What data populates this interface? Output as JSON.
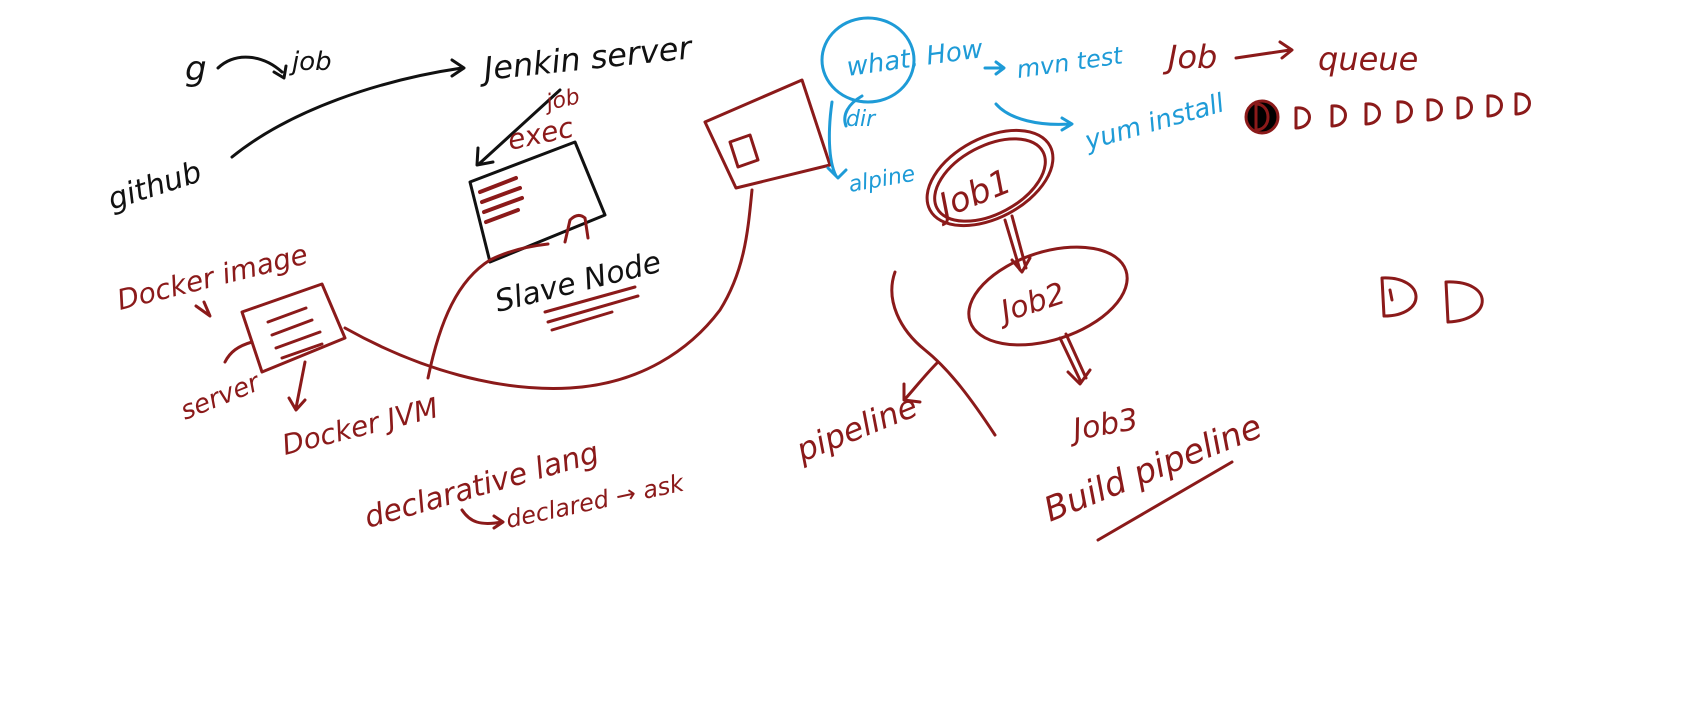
{
  "colors": {
    "ink_black": "#111111",
    "ink_red": "#8b1a1a",
    "ink_blue": "#1e9bd7",
    "background": "#ffffff"
  },
  "labels": {
    "git": "g",
    "job_top": "job",
    "github": "github",
    "jenkins_server": "Jenkin server",
    "job_small": "job",
    "exec": "exec",
    "slave_node": "Slave Node",
    "docker_image": "Docker image",
    "server": "server",
    "docker_jvm": "Docker JVM",
    "declarative_lang": "declarative lang",
    "declared_ask": "declared → ask",
    "what_how": "what, How",
    "dir": "dir",
    "alpine": "alpine",
    "maven_test": "mvn test",
    "yum_install": "yum install",
    "job_queue": "Job",
    "queue": "queue",
    "job1": "Job1",
    "job2": "Job2",
    "job3": "Job3",
    "pipeline": "pipeline",
    "build_pipeline": "Build pipeline"
  }
}
